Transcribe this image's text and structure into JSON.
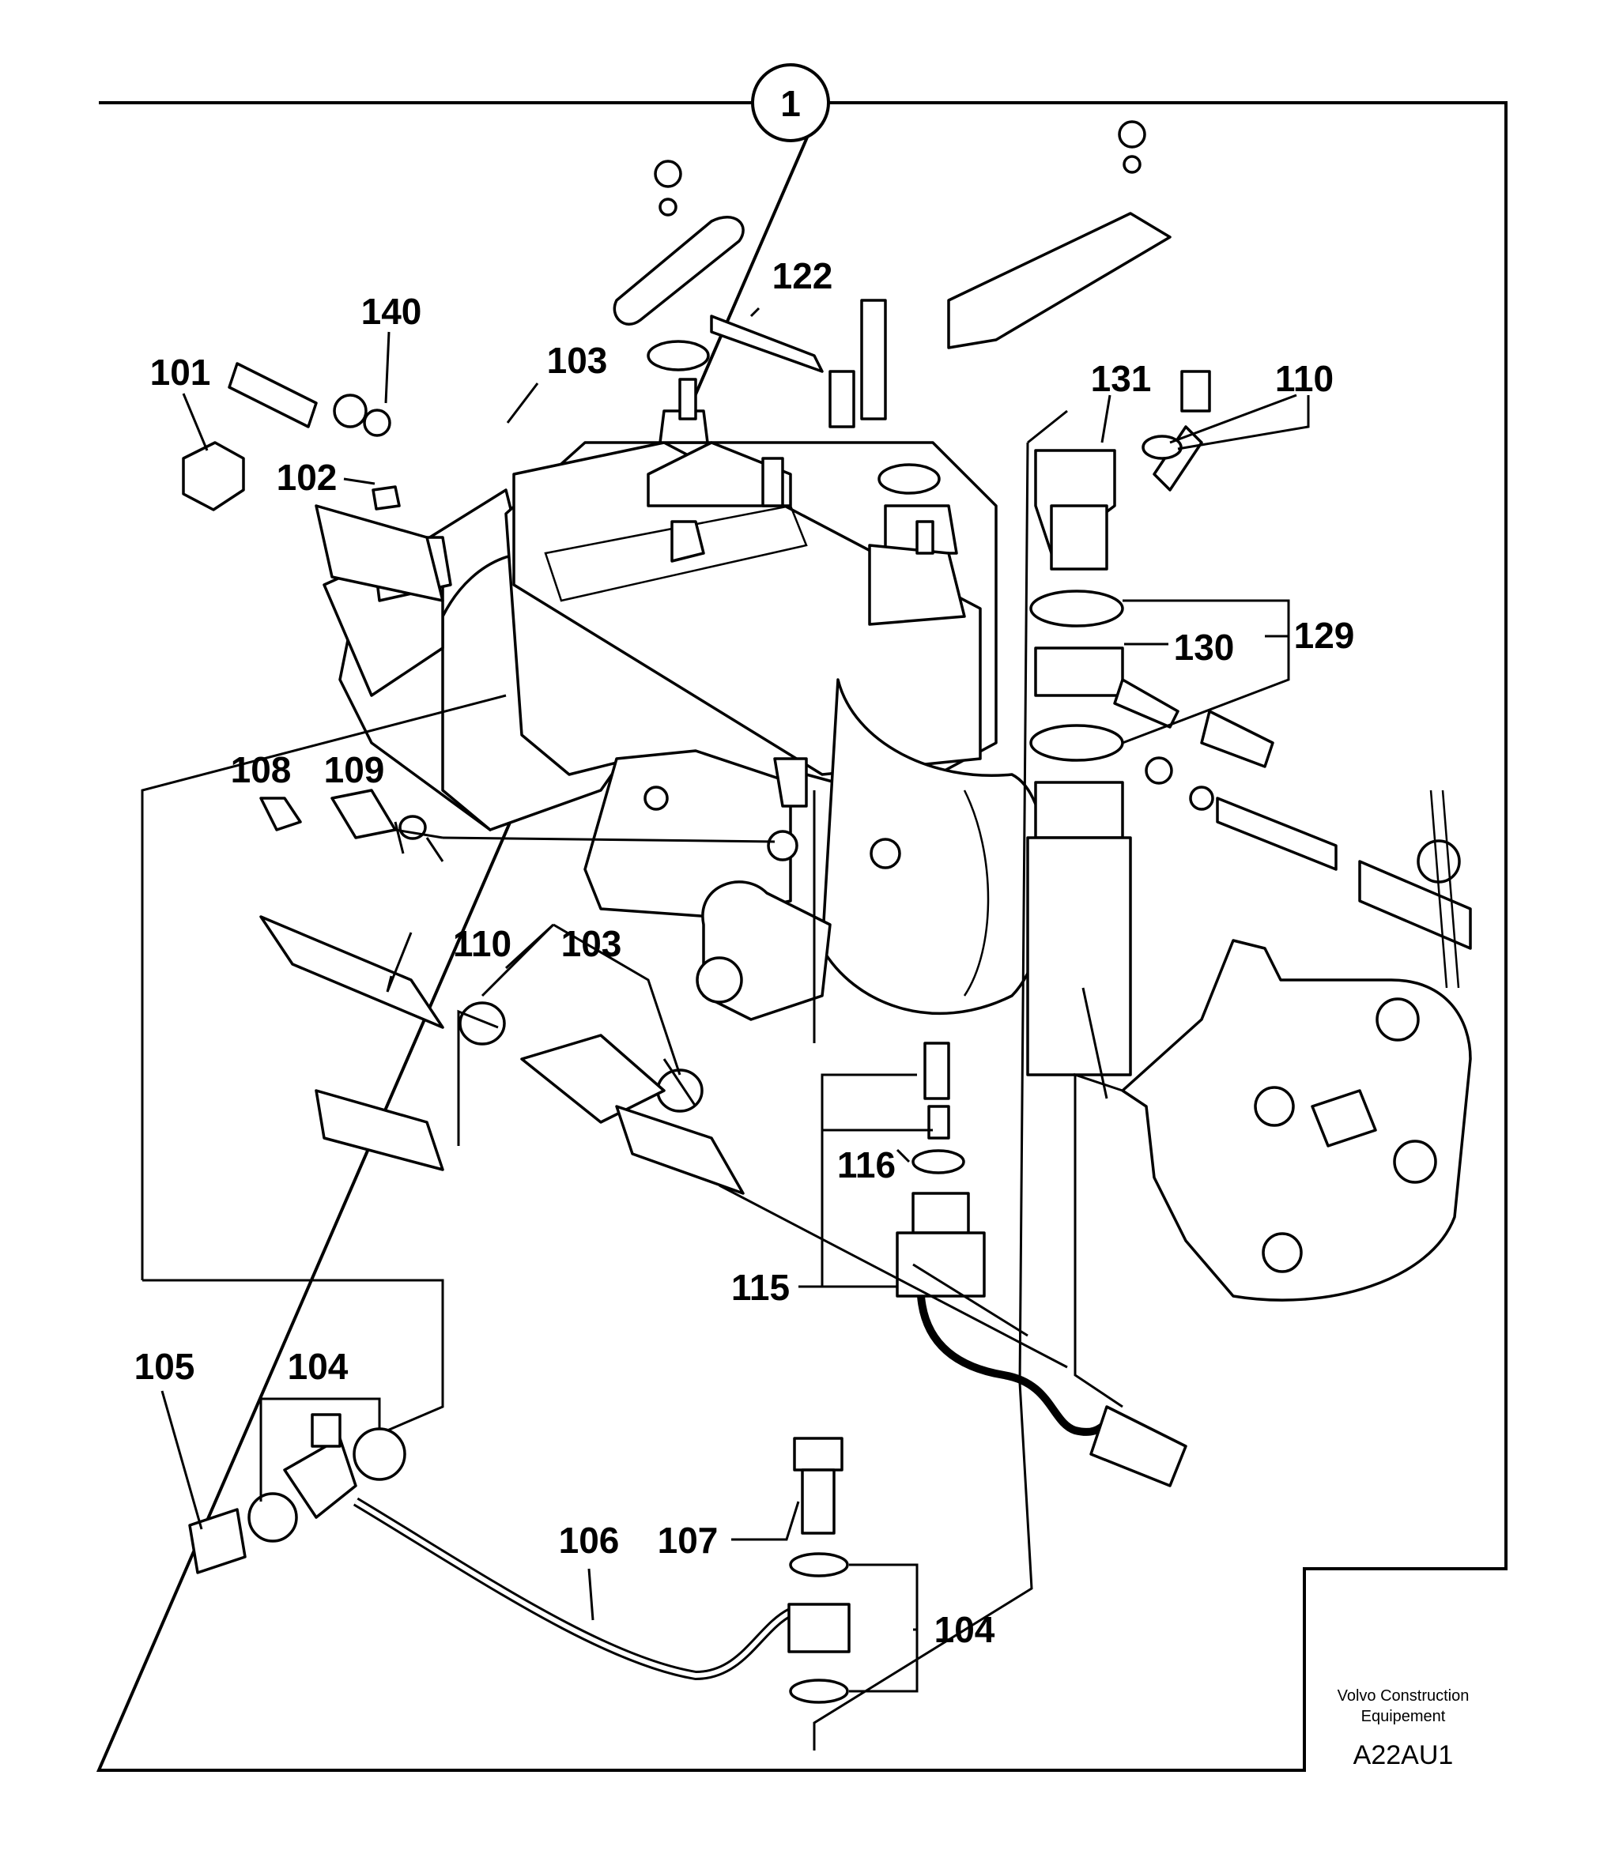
{
  "diagram": {
    "group_number": "1",
    "reference_code": "A22AU1",
    "publisher_line1": "Volvo Construction",
    "publisher_line2": "Equipement",
    "callouts": {
      "c101": "101",
      "c102": "102",
      "c103a": "103",
      "c103b": "103",
      "c104a": "104",
      "c104b": "104",
      "c105": "105",
      "c106": "106",
      "c107": "107",
      "c108": "108",
      "c109": "109",
      "c110a": "110",
      "c110b": "110",
      "c115": "115",
      "c116": "116",
      "c122": "122",
      "c129": "129",
      "c130": "130",
      "c131": "131",
      "c140": "140"
    }
  }
}
